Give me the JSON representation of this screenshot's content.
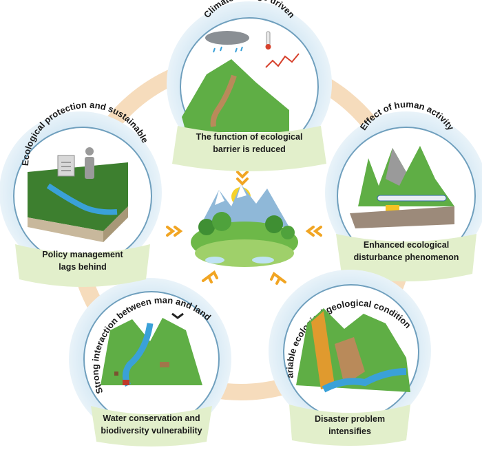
{
  "diagram": {
    "colors": {
      "ring": "#f6dcbc",
      "halo_outer": "#dcebf4",
      "halo_inner": "#c4dff0",
      "disc_fill": "#ffffff",
      "disc_stroke": "#6f9fbd",
      "label_band": "#e2efcb",
      "arrow": "#f1a523",
      "mountain_green": "#5fae45",
      "mountain_dark": "#3d7f2f",
      "soil": "#b98a5a",
      "water": "#3aa1d8"
    },
    "nodes": [
      {
        "id": "climate",
        "title": "Climate change driven",
        "effect_lines": [
          "The function of ecological",
          "barrier is reduced"
        ],
        "icons": [
          "rain-cloud-icon",
          "thermometer-icon",
          "rising-trend-icon",
          "eroded-mountain-icon"
        ]
      },
      {
        "id": "human",
        "title": "Effect of human activity",
        "effect_lines": [
          "Enhanced ecological",
          "disturbance phenomenon"
        ],
        "icons": [
          "cliff-mountain-icon",
          "high-speed-train-icon",
          "excavator-icon"
        ]
      },
      {
        "id": "geology",
        "title": "Variable ecological geological conditions",
        "effect_lines": [
          "Disaster problem",
          "intensifies"
        ],
        "icons": [
          "landslide-icon",
          "river-icon"
        ]
      },
      {
        "id": "man-land",
        "title": "Strong interaction between man and land",
        "effect_lines": [
          "Water conservation and",
          "biodiversity vulnerability"
        ],
        "icons": [
          "bird-icon",
          "cow-icon",
          "tree-stump-icon",
          "house-icon",
          "river-icon"
        ]
      },
      {
        "id": "protection",
        "title": "Ecological protection and  sustainable",
        "effect_lines": [
          "Policy management",
          "lags behind"
        ],
        "icons": [
          "document-icon",
          "person-icon",
          "landscape-block-icon"
        ]
      }
    ],
    "center": {
      "icons": [
        "mountain-icon",
        "sun-icon",
        "forest-icon",
        "lake-icon"
      ],
      "arrows": [
        "chevron-arrow-icon"
      ]
    }
  }
}
